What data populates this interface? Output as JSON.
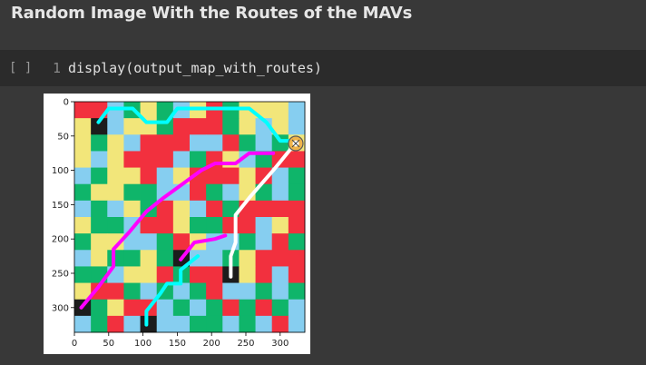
{
  "notebook": {
    "section_title": "Random Image With the Routes of the MAVs",
    "cell": {
      "run_label": "[ ]",
      "line_number": "1",
      "code": "display(output_map_with_routes)"
    }
  },
  "figure": {
    "x_ticks": [
      "0",
      "50",
      "100",
      "150",
      "200",
      "250",
      "300"
    ],
    "y_ticks": [
      "0",
      "50",
      "100",
      "150",
      "200",
      "250",
      "300"
    ],
    "grid_rows": 14,
    "grid_cols": 14,
    "tile_colors": {
      "r": "#f2303e",
      "g": "#0fb56a",
      "y": "#f2e67a",
      "b": "#86cef0",
      "k": "#1c1c1c"
    },
    "tiles": [
      "rrbgygbyrgyyyb",
      "ykbyygrrrgybyb",
      "ygybrrrbbrgbgy",
      "ybyrrrbgrybgrr",
      "bgyyrbyrrryrbg",
      "gyyggbbrgbygbg",
      "bgbygrybrgrrrr",
      "yggbrryggrrbyr",
      "gyybbgrybbgbrg",
      "byggygkbbgyrrr",
      "ggbyyrgrrkyrbr",
      "yrrgbgbgrbbgbg",
      "kgyrrbgbgrgrgb",
      "bgrbkbbggbgbrb"
    ],
    "route_colors": {
      "cyan": "#00ffff",
      "white": "#ffffff",
      "magenta": "#ff00ff"
    },
    "routes": [
      {
        "color": "cyan",
        "points": [
          [
            35,
            30
          ],
          [
            50,
            10
          ],
          [
            85,
            10
          ],
          [
            105,
            30
          ],
          [
            135,
            30
          ],
          [
            150,
            10
          ],
          [
            255,
            10
          ],
          [
            280,
            30
          ],
          [
            300,
            57
          ],
          [
            325,
            57
          ]
        ]
      },
      {
        "color": "white",
        "points": [
          [
            325,
            57
          ],
          [
            290,
            100
          ],
          [
            255,
            140
          ],
          [
            235,
            165
          ],
          [
            235,
            205
          ],
          [
            228,
            225
          ],
          [
            228,
            255
          ]
        ]
      },
      {
        "color": "magenta",
        "points": [
          [
            10,
            300
          ],
          [
            35,
            270
          ],
          [
            57,
            240
          ],
          [
            57,
            215
          ],
          [
            80,
            190
          ],
          [
            105,
            160
          ],
          [
            130,
            140
          ],
          [
            185,
            100
          ],
          [
            205,
            90
          ],
          [
            235,
            90
          ],
          [
            255,
            75
          ],
          [
            290,
            75
          ]
        ]
      },
      {
        "color": "magenta",
        "points": [
          [
            155,
            230
          ],
          [
            175,
            205
          ],
          [
            205,
            200
          ],
          [
            220,
            195
          ]
        ]
      },
      {
        "color": "cyan",
        "points": [
          [
            105,
            325
          ],
          [
            105,
            305
          ],
          [
            125,
            280
          ],
          [
            135,
            265
          ],
          [
            155,
            265
          ],
          [
            155,
            245
          ],
          [
            180,
            225
          ]
        ]
      }
    ]
  }
}
